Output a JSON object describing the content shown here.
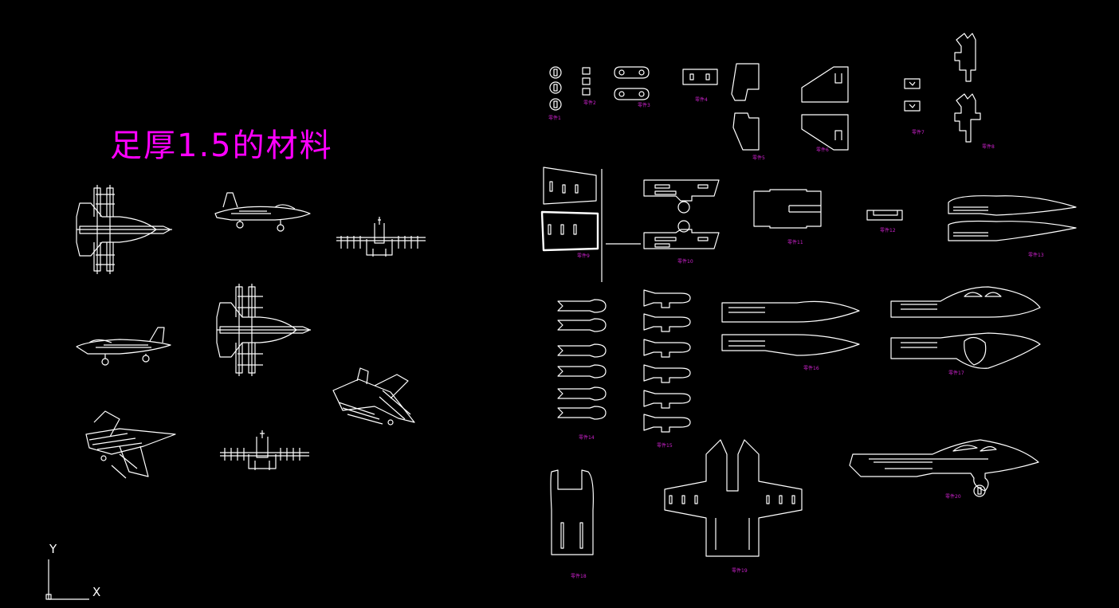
{
  "drawing": {
    "note": "足厚1.5的材料",
    "ucs": {
      "x_label": "X",
      "y_label": "Y"
    },
    "parts": [
      "零件1",
      "零件2",
      "零件3",
      "零件4",
      "零件5",
      "零件6",
      "零件7",
      "零件8",
      "零件9",
      "零件10",
      "零件11",
      "零件12",
      "零件13",
      "零件14",
      "零件15",
      "零件16",
      "零件17",
      "零件18",
      "零件19",
      "零件20"
    ],
    "colors": {
      "background": "#000000",
      "lines": "#ffffff",
      "text": "#ff00ff"
    }
  }
}
